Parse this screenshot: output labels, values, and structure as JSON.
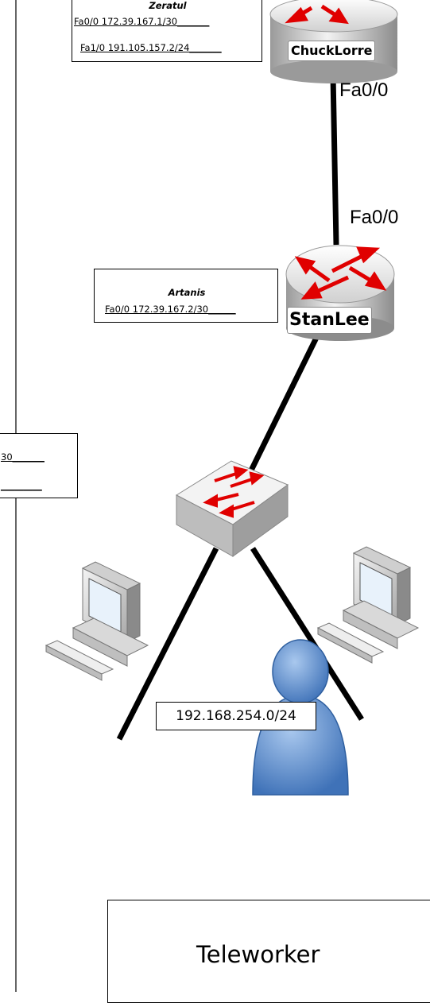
{
  "devices": {
    "router_top": {
      "label": "ChuckLorre"
    },
    "router_mid": {
      "label": "StanLee"
    }
  },
  "interfaces": {
    "top_router_port": "Fa0/0",
    "mid_router_port": "Fa0/0"
  },
  "notes": {
    "zeratul": {
      "title": "Zeratul",
      "line1": "Fa0/0 172.39.167.1/30_______",
      "line2": "Fa1/0  191.105.157.2/24_______"
    },
    "artanis": {
      "title": "Artanis",
      "line1": "Fa0/0  172.39.167.2/30______"
    },
    "left_fragment": {
      "line1": "30_______",
      "line2": "_________"
    }
  },
  "lan": {
    "subnet": "192.168.254.0/24"
  },
  "site": {
    "name": "Teleworker"
  },
  "colors": {
    "router_arrow": "#e00000",
    "user_blue": "#5b8fd0",
    "line": "#000000"
  }
}
